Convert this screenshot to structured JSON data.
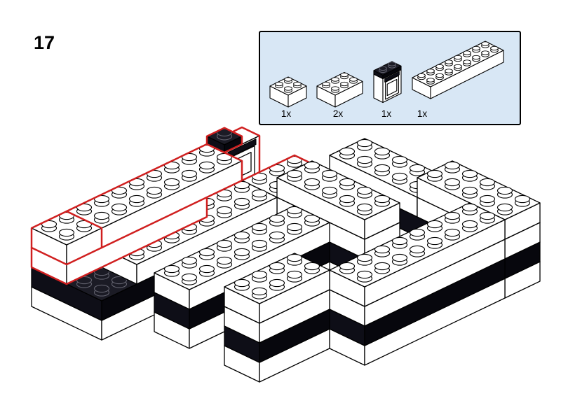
{
  "page": {
    "step_number": "17"
  },
  "colors": {
    "page_bg": "#ffffff",
    "white_brick": "#ffffff",
    "black_top": "#1b1b25",
    "black_side": "#0e0e17",
    "black_side_dark": "#07070d",
    "black_stud_edge": "#62626e",
    "edge": "#000000",
    "highlight_red": "#d01f1f",
    "parts_box_bg": "#d8e7f5",
    "parts_box_border": "#000000"
  },
  "parts_box": {
    "items": [
      {
        "label": "brick-2x2",
        "count": "1x",
        "bricks": [
          [
            0,
            0,
            2,
            2,
            0,
            1,
            "white",
            1,
            0
          ]
        ]
      },
      {
        "label": "brick-2x3",
        "count": "2x",
        "bricks": [
          [
            0,
            0,
            2,
            3,
            0,
            1,
            "white",
            1,
            0
          ]
        ]
      },
      {
        "label": "window-1x2x2",
        "count": "1x",
        "bricks": [
          [
            0,
            0,
            1,
            2,
            0,
            2,
            "window",
            0,
            0
          ],
          [
            0,
            0,
            1,
            2,
            2,
            2.3,
            "black",
            1,
            0
          ]
        ]
      },
      {
        "label": "brick-2x8",
        "count": "1x",
        "bricks": [
          [
            0,
            0,
            2,
            8,
            0,
            1,
            "white",
            1,
            0
          ]
        ]
      }
    ]
  },
  "model": {
    "bricks": [
      [
        0,
        0,
        4,
        10,
        0,
        1,
        "white",
        0,
        0
      ],
      [
        0,
        0,
        4,
        10,
        1,
        2,
        "black",
        1,
        0
      ],
      [
        2,
        2,
        2,
        8,
        2,
        3,
        "white",
        1,
        0
      ],
      [
        0,
        0,
        2,
        8,
        2,
        3,
        "white",
        0,
        1
      ],
      [
        0,
        8,
        2,
        2,
        2,
        3,
        "white",
        0,
        1
      ],
      [
        0,
        0,
        2,
        2,
        3,
        4,
        "white",
        1,
        1
      ],
      [
        0,
        2,
        2,
        8,
        3,
        4,
        "white",
        1,
        1
      ],
      [
        0,
        10,
        1,
        2,
        2,
        4,
        "window",
        0,
        1
      ],
      [
        0,
        10,
        1,
        1,
        4,
        4.4,
        "black",
        1,
        1
      ],
      [
        2,
        10,
        2,
        3,
        2,
        3,
        "white",
        1,
        1
      ],
      [
        5,
        2,
        2,
        8,
        0,
        1,
        "white",
        0,
        0
      ],
      [
        5,
        2,
        2,
        8,
        1,
        2,
        "black",
        0,
        0
      ],
      [
        5,
        2,
        2,
        8,
        2,
        3,
        "white",
        1,
        0
      ],
      [
        4,
        10,
        5,
        2,
        0,
        1,
        "white",
        0,
        0
      ],
      [
        4,
        10,
        5,
        2,
        1,
        2,
        "black",
        0,
        0
      ],
      [
        4,
        10,
        5,
        2,
        2,
        3,
        "white",
        0,
        0
      ],
      [
        4,
        10,
        5,
        2,
        3,
        4,
        "white",
        1,
        0
      ],
      [
        9,
        2,
        2,
        4,
        0,
        1,
        "white",
        0,
        0
      ],
      [
        9,
        2,
        2,
        4,
        1,
        2,
        "black",
        0,
        0
      ],
      [
        9,
        2,
        2,
        4,
        2,
        3,
        "white",
        0,
        0
      ],
      [
        9,
        2,
        2,
        4,
        3,
        4,
        "white",
        1,
        0
      ],
      [
        11,
        6,
        2,
        8,
        0,
        1,
        "white",
        0,
        0
      ],
      [
        11,
        6,
        2,
        8,
        1,
        2,
        "black",
        0,
        0
      ],
      [
        11,
        6,
        2,
        8,
        2,
        3,
        "white",
        0,
        0
      ],
      [
        11,
        6,
        2,
        8,
        3,
        4,
        "white",
        1,
        0
      ],
      [
        3,
        14,
        10,
        2,
        0,
        1,
        "white",
        0,
        0
      ],
      [
        3,
        14,
        10,
        2,
        1,
        2,
        "black",
        0,
        0
      ],
      [
        3,
        14,
        5,
        2,
        2,
        3,
        "white",
        1,
        0
      ],
      [
        8,
        14,
        5,
        2,
        2,
        3,
        "white",
        0,
        0
      ],
      [
        8,
        14,
        5,
        2,
        3,
        4,
        "white",
        1,
        0
      ]
    ]
  }
}
